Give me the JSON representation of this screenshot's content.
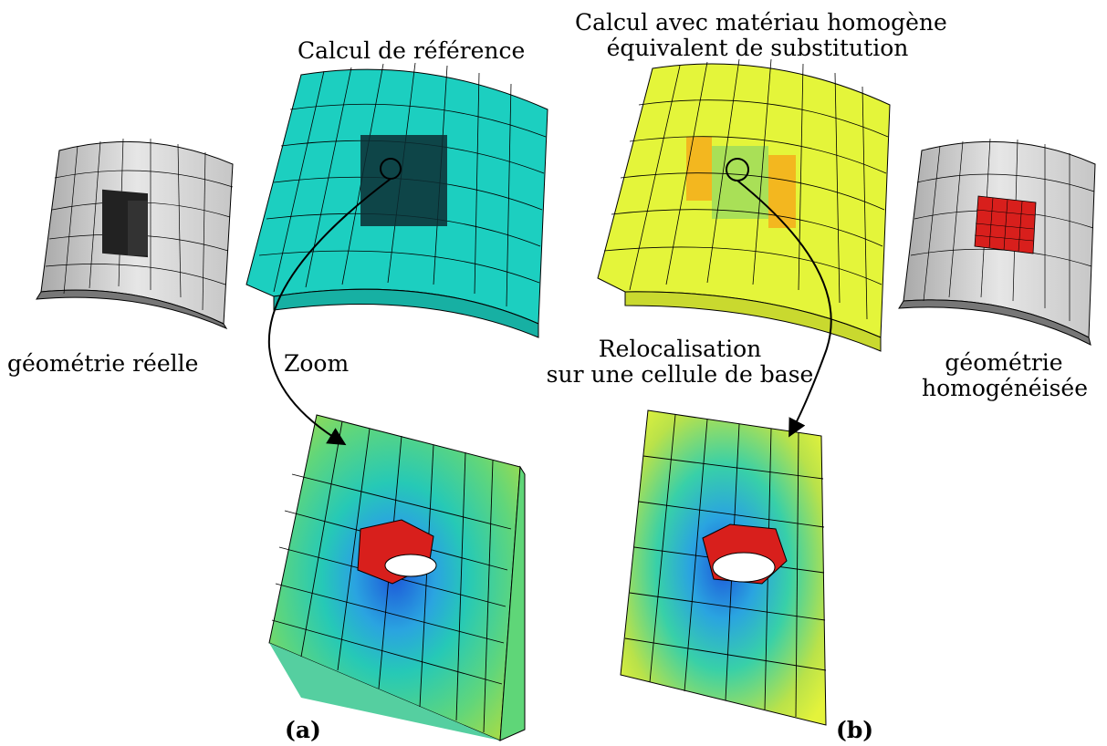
{
  "labels": {
    "real_geometry": "géométrie réelle",
    "reference_calc": "Calcul de référence",
    "zoom": "Zoom",
    "homog_calc_line1": "Calcul avec matériau homogène",
    "homog_calc_line2": "équivalent de substitution",
    "relocalisation_line1": "Relocalisation",
    "relocalisation_line2": "sur une cellule de base",
    "homog_geometry_line1": "géométrie",
    "homog_geometry_line2": "homogénéisée",
    "panel_a": "(a)",
    "panel_b": "(b)"
  },
  "colors": {
    "grey_mesh": "#d9d9d9",
    "cyan_field": "#1ccfc0",
    "yellow_field": "#e4f53a",
    "red_patch": "#d81f1c",
    "mesh_line": "#000000"
  }
}
